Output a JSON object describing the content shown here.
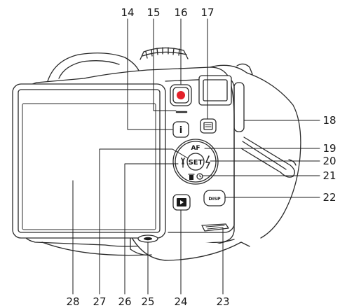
{
  "callouts": {
    "c14": "14",
    "c15": "15",
    "c16": "16",
    "c17": "17",
    "c18": "18",
    "c19": "19",
    "c20": "20",
    "c21": "21",
    "c22": "22",
    "c23": "23",
    "c24": "24",
    "c25": "25",
    "c26": "26",
    "c27": "27",
    "c28": "28"
  },
  "buttons": {
    "info": "i",
    "af": "AF",
    "set": "SET",
    "disp": "DISP"
  },
  "colors": {
    "outline": "#2a2a2a",
    "record": "#e4212a",
    "body": "#ffffff",
    "shade": "#dedede"
  },
  "icons": [
    "record-icon",
    "viewfinder-icon",
    "menu-icon",
    "playback-icon",
    "macro-flower-icon",
    "flash-icon",
    "trash-icon",
    "self-timer-icon"
  ]
}
